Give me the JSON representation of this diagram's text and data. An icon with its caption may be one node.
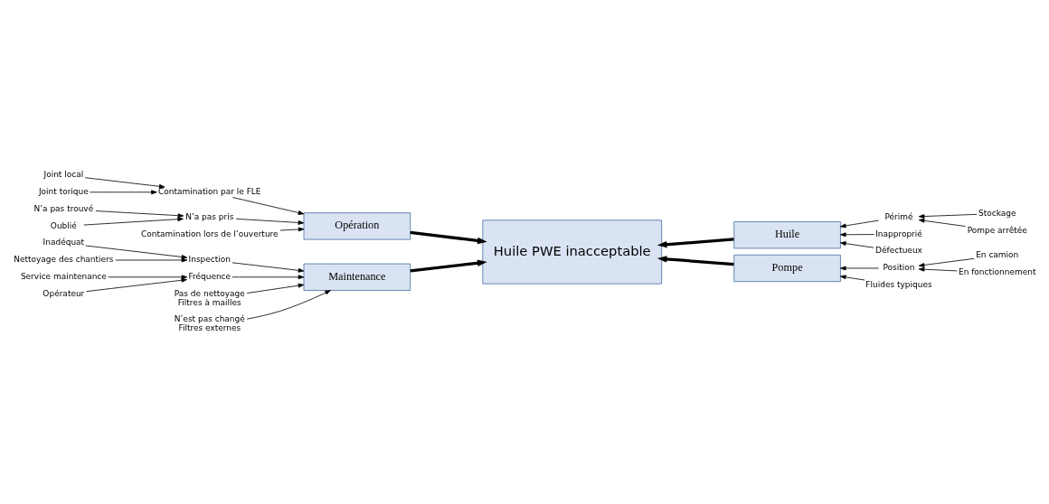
{
  "diagram": {
    "nodes": [
      {
        "text": [
          "Maintenance"
        ]
      },
      {
        "text": [
          "Opération"
        ]
      },
      {
        "text": [
          "Huile"
        ]
      },
      {
        "text": [
          "Pompe"
        ]
      },
      {
        "text": [
          "Huile PWE inacceptable"
        ]
      },
      {
        "text": [
          "Inadéquat"
        ]
      },
      {
        "text": [
          "Inspection"
        ]
      },
      {
        "text": [
          "Nettoyage des chantiers"
        ]
      },
      {
        "text": [
          "Service maintenance"
        ]
      },
      {
        "text": [
          "Fréquence"
        ]
      },
      {
        "text": [
          "Opérateur"
        ]
      },
      {
        "text": [
          "Pas de nettoyage",
          "Filtres à mailles"
        ]
      },
      {
        "text": [
          "N’est pas changé",
          "Filtres externes"
        ]
      },
      {
        "text": [
          "Joint local"
        ]
      },
      {
        "text": [
          "Contamination par le FLE"
        ]
      },
      {
        "text": [
          "Joint torique"
        ]
      },
      {
        "text": [
          "N’a pas trouvé"
        ]
      },
      {
        "text": [
          "N’a pas pris"
        ]
      },
      {
        "text": [
          "Oublié"
        ]
      },
      {
        "text": [
          "Contamination lors de l’ouverture"
        ]
      },
      {
        "text": [
          "Stockage"
        ]
      },
      {
        "text": [
          "Périmé"
        ]
      },
      {
        "text": [
          "Pompe arrêtée"
        ]
      },
      {
        "text": [
          "Inapproprié"
        ]
      },
      {
        "text": [
          "Défectueux"
        ]
      },
      {
        "text": [
          "En camion"
        ]
      },
      {
        "text": [
          "Position"
        ]
      },
      {
        "text": [
          "En fonctionnement"
        ]
      },
      {
        "text": [
          "Fluides typiques"
        ]
      }
    ],
    "edges": [
      {
        "from": 5,
        "to": 6,
        "arrow": "to"
      },
      {
        "from": 7,
        "to": 6,
        "arrow": "to"
      },
      {
        "from": 6,
        "to": 0,
        "arrow": "to"
      },
      {
        "from": 8,
        "to": 9,
        "arrow": "to"
      },
      {
        "from": 10,
        "to": 9,
        "arrow": "to"
      },
      {
        "from": 9,
        "to": 0,
        "arrow": "to"
      },
      {
        "from": 11,
        "to": 0,
        "arrow": "to"
      },
      {
        "from": 12,
        "to": 0,
        "arrow": "to"
      },
      {
        "from": 13,
        "to": 14,
        "arrow": "to"
      },
      {
        "from": 15,
        "to": 14,
        "arrow": "to"
      },
      {
        "from": 14,
        "to": 1,
        "arrow": "to"
      },
      {
        "from": 16,
        "to": 17,
        "arrow": "to"
      },
      {
        "from": 18,
        "to": 17,
        "arrow": "to"
      },
      {
        "from": 17,
        "to": 1,
        "arrow": "to"
      },
      {
        "from": 19,
        "to": 1,
        "arrow": "to"
      },
      {
        "from": 20,
        "to": 21,
        "arrow": "to"
      },
      {
        "from": 22,
        "to": 21,
        "arrow": "to"
      },
      {
        "from": 21,
        "to": 2,
        "arrow": "to"
      },
      {
        "from": 23,
        "to": 2,
        "arrow": "to"
      },
      {
        "from": 24,
        "to": 2,
        "arrow": "to"
      },
      {
        "from": 25,
        "to": 26,
        "arrow": "to"
      },
      {
        "from": 27,
        "to": 26,
        "arrow": "to"
      },
      {
        "from": 26,
        "to": 3,
        "arrow": "to"
      },
      {
        "from": 28,
        "to": 3,
        "arrow": "to"
      },
      {
        "from": 0,
        "to": 4,
        "arrow": "to",
        "style": "thick"
      },
      {
        "from": 1,
        "to": 4,
        "arrow": "to",
        "style": "thick"
      },
      {
        "from": 2,
        "to": 4,
        "arrow": "to",
        "style": "thick"
      },
      {
        "from": 3,
        "to": 4,
        "arrow": "to",
        "style": "thick"
      }
    ]
  }
}
